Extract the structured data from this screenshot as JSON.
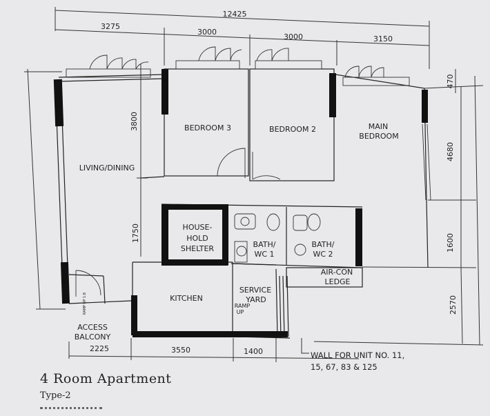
{
  "title": "4 Room Apartment",
  "subtitle": "Type-2",
  "dimensions": {
    "total_width": "12425",
    "top": [
      "3275",
      "3000",
      "3000",
      "3150"
    ],
    "right": [
      "470",
      "4680",
      "1600",
      "2570"
    ],
    "left": [
      "3800",
      "1750"
    ],
    "bottom": [
      "2225",
      "3550",
      "1400"
    ]
  },
  "rooms": {
    "bedroom3": "BEDROOM 3",
    "bedroom2": "BEDROOM 2",
    "main_bedroom_1": "MAIN",
    "main_bedroom_2": "BEDROOM",
    "living": "LIVING/DINING",
    "shelter_1": "HOUSE-",
    "shelter_2": "HOLD",
    "shelter_3": "SHELTER",
    "bath1_1": "BATH/",
    "bath1_2": "WC 1",
    "bath2_1": "BATH/",
    "bath2_2": "WC 2",
    "aircon_1": "AIR-CON",
    "aircon_2": "LEDGE",
    "kitchen": "KITCHEN",
    "service_1": "SERVICE",
    "service_2": "YARD",
    "access_1": "ACCESS",
    "access_2": "BALCONY",
    "ramp_up_1": "RAMP",
    "ramp_up_2": "UP",
    "ramp_small": "RAMP UP 1:8"
  },
  "note": {
    "line1": "WALL FOR UNIT NO. 11,",
    "line2": "15, 67, 83 & 125"
  }
}
